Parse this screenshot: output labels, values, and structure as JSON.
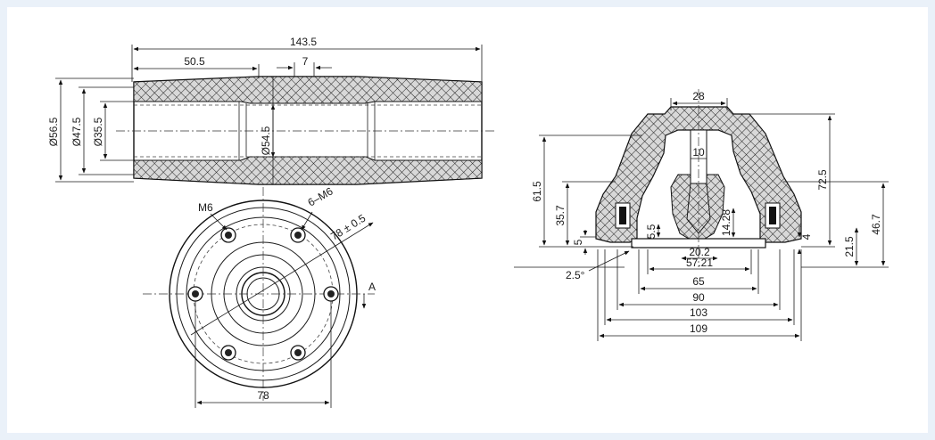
{
  "side_view": {
    "dims": {
      "overall_length": "143.5",
      "half_length": "50.5",
      "gap": "7",
      "dia_outer": "Ø56.5",
      "dia_mid": "Ø47.5",
      "dia_inner": "Ø35.5",
      "dia_center": "Ø54.5"
    }
  },
  "end_view": {
    "dims": {
      "thread_label": "M6",
      "holes_label": "6–M6",
      "bolt_circle": "78 ± 0.5",
      "overall_width": "78",
      "view_label": "A"
    }
  },
  "section_view": {
    "dims": {
      "top_width": "28",
      "inner_width": "10",
      "h_61_5": "61.5",
      "h_35_7": "35.7",
      "h_5": "5",
      "h_5_5": "5.5",
      "h_14_28": "14.28",
      "w_20_2": "20.2",
      "w_57_21": "57.21",
      "h_4": "4",
      "h_72_5": "72.5",
      "h_46_7": "46.7",
      "h_21_5": "21.5",
      "angle": "2.5°",
      "w_65": "65",
      "w_90": "90",
      "w_103": "103",
      "w_109": "109"
    }
  }
}
